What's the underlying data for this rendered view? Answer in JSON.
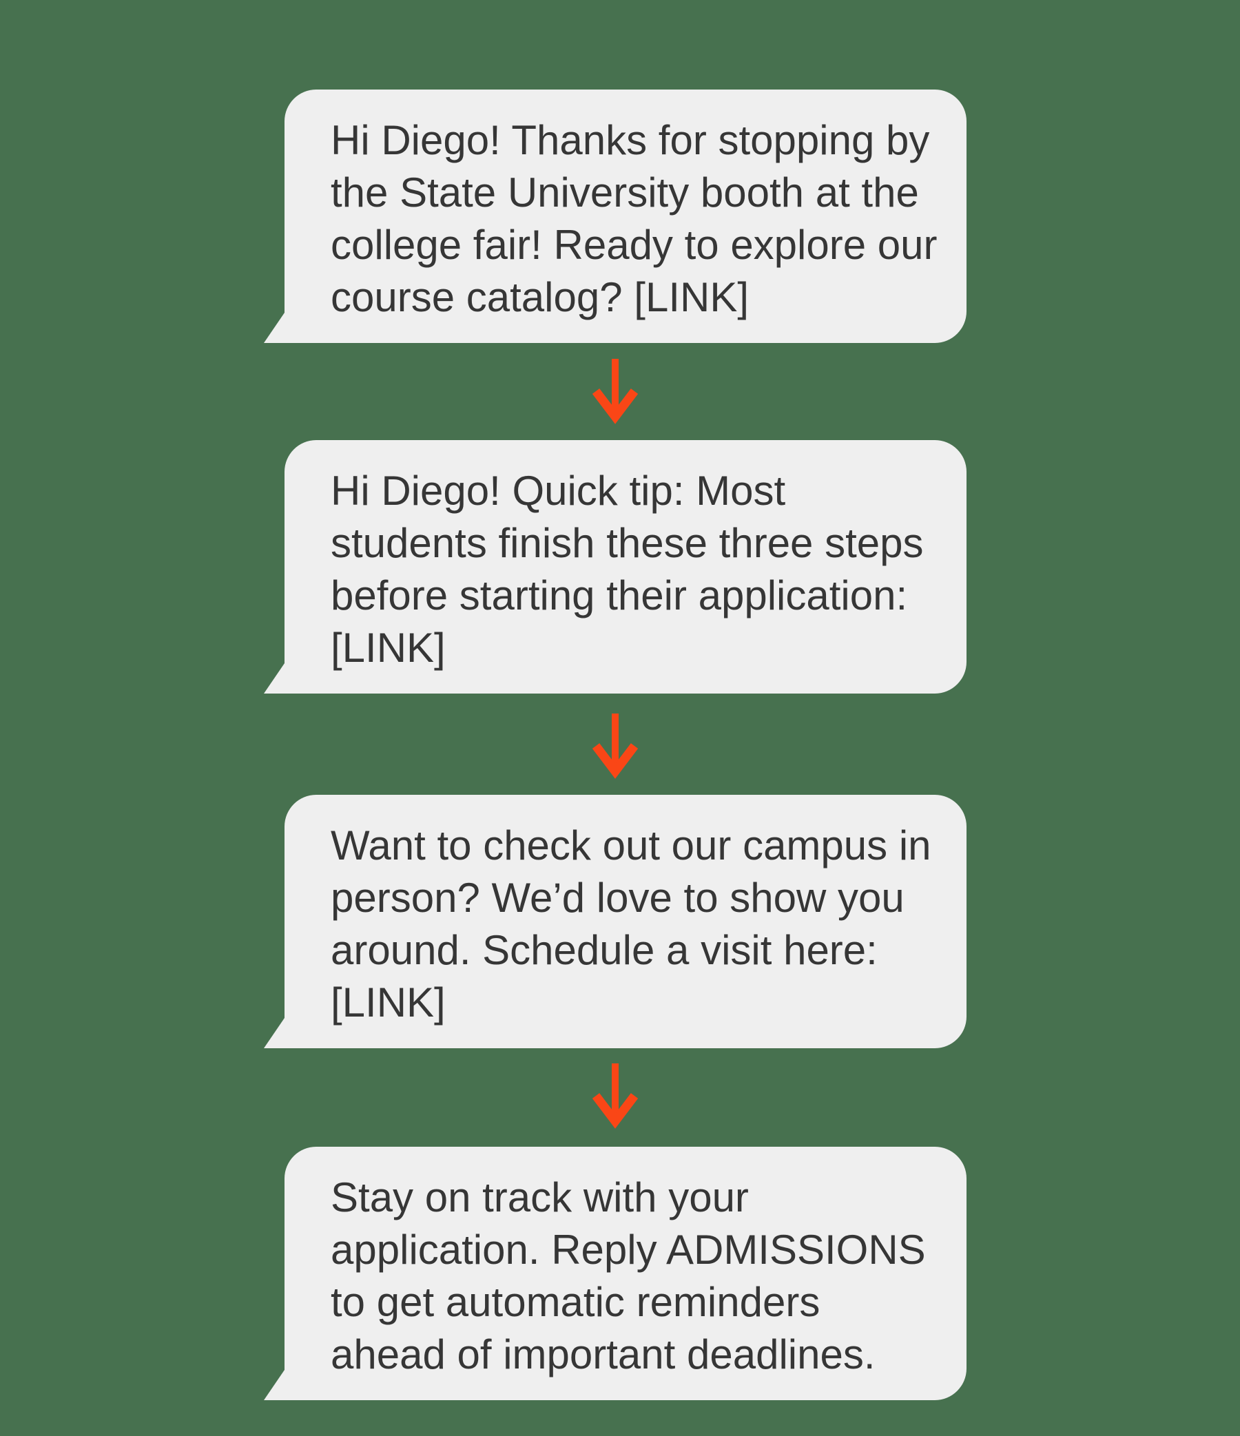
{
  "colors": {
    "background": "#47714F",
    "bubble": "#EFEFEF",
    "text": "#363636",
    "arrow": "#FA4616"
  },
  "flow": {
    "messages": [
      {
        "lines": [
          "Hi Diego! Thanks for stopping by",
          "the State University booth at the",
          "college fair! Ready to explore our",
          "course catalog? [LINK]"
        ]
      },
      {
        "lines": [
          "Hi Diego! Quick tip: Most",
          "students finish these three steps",
          "before starting their application:",
          "[LINK]"
        ]
      },
      {
        "lines": [
          "Want to check out our campus in",
          "person? We’d love to show you",
          "around. Schedule a visit here:",
          "[LINK]"
        ]
      },
      {
        "lines": [
          "Stay on track with your",
          "application. Reply ADMISSIONS",
          "to get automatic reminders",
          "ahead of important deadlines."
        ]
      }
    ]
  }
}
